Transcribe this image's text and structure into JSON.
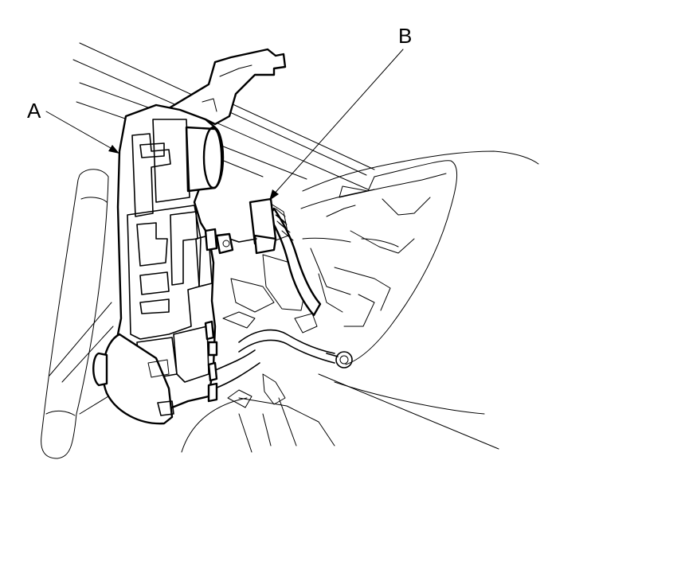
{
  "diagram": {
    "callouts": [
      {
        "id": "a",
        "label": "A"
      },
      {
        "id": "b",
        "label": "B"
      }
    ],
    "colors": {
      "line": "#000000",
      "background": "#ffffff"
    }
  }
}
